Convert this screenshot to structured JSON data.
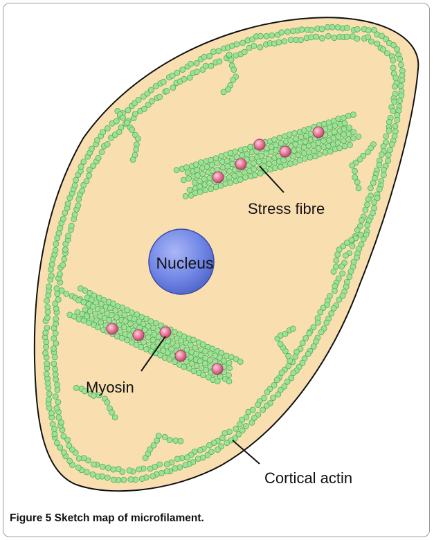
{
  "labels": {
    "nucleus": "Nucleus",
    "stress_fibre": "Stress fibre",
    "myosin": "Myosin",
    "cortical_actin": "Cortical actin"
  },
  "caption": {
    "label": "Figure 5",
    "text": "Sketch map of microfilament."
  },
  "colors": {
    "cell_fill": "#f9deb0",
    "cell_outline": "#111111",
    "actin_bead": "#9ee09a",
    "actin_stroke": "#4caf50",
    "myosin": "#e86f95",
    "nucleus": "#6f84e6"
  }
}
